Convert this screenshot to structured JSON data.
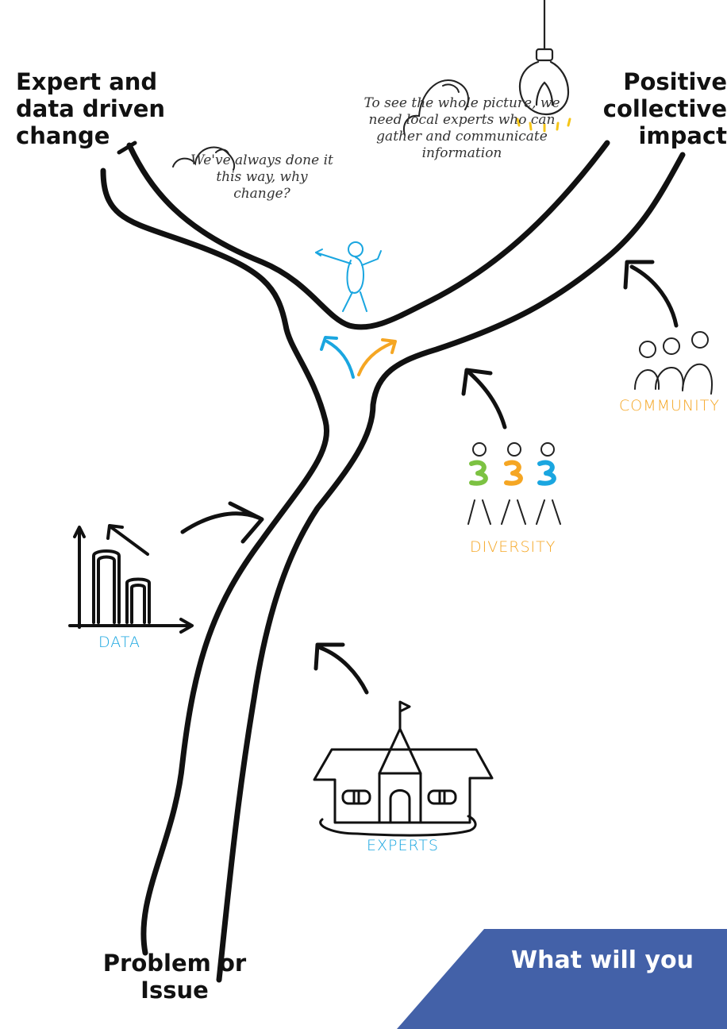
{
  "labels": {
    "top_left": "Expert and data driven change",
    "top_right": "Positive collective impact",
    "bottom": "Problem or Issue"
  },
  "thoughts": {
    "left": "We've always done it this way, why change?",
    "right": "To see the whole picture, we need local experts who can gather and communicate information"
  },
  "captions": {
    "data": "DATA",
    "diversity": "DIVERSITY",
    "community": "COMMUNITY",
    "experts": "EXPERTS"
  },
  "banner": {
    "text": "What will you"
  },
  "colors": {
    "ink": "#111111",
    "blue": "#1aa6e0",
    "orange": "#f5a623",
    "green": "#7cc242",
    "yellow": "#f5c518",
    "banner": "#4361a8"
  }
}
